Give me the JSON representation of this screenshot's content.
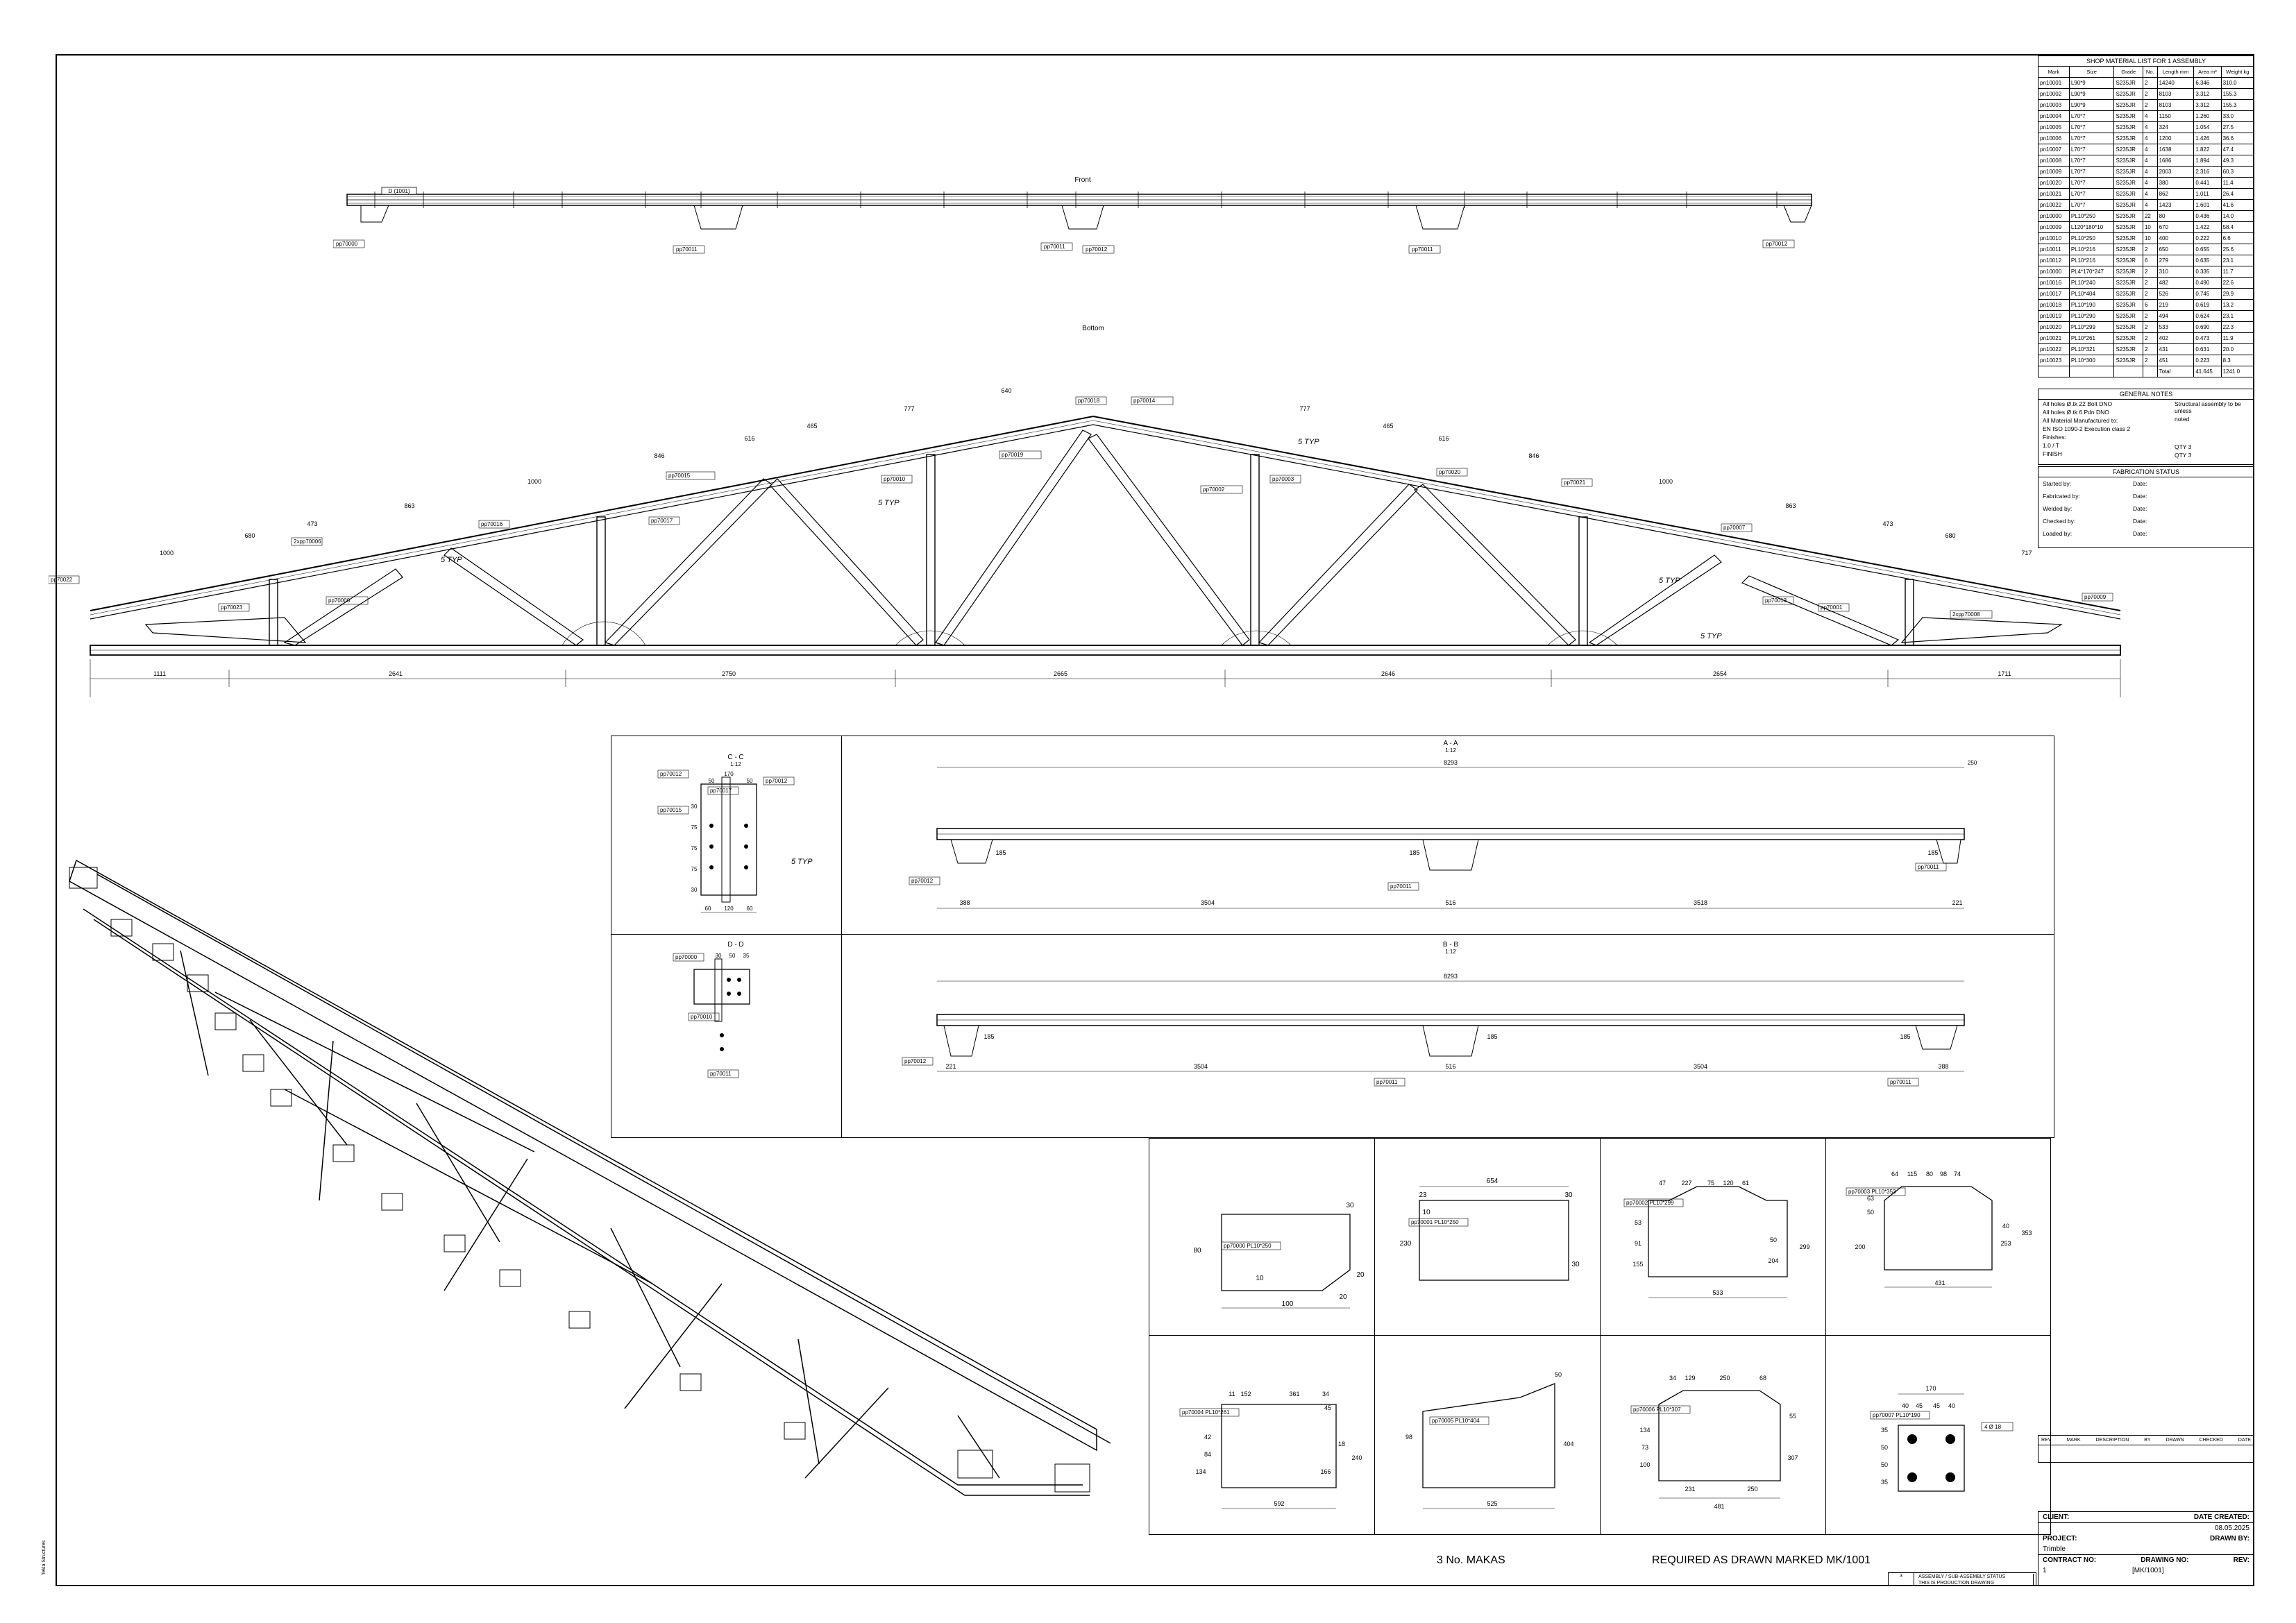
{
  "front_view": {
    "title": "Front",
    "section_ref": "D (1001)",
    "labels": [
      "pp70000",
      "pp70011",
      "pp70011",
      "pp70012",
      "pp70011",
      "pp70012"
    ]
  },
  "bottom_view": {
    "title": "Bottom",
    "bottom_dims": [
      "1111",
      "2641",
      "2750",
      "2665",
      "2646",
      "2654",
      "1711"
    ],
    "chain_dims": [
      "1000",
      "680",
      "473",
      "863",
      "1000",
      "846",
      "616",
      "465",
      "777",
      "640",
      "777",
      "465",
      "616",
      "846",
      "1000",
      "863",
      "473",
      "680",
      "717"
    ],
    "part_marks": [
      "pp70022",
      "pp70023",
      "pp70000",
      "2xpp70006",
      "pp70016",
      "pp70015",
      "pp70017",
      "pp70010",
      "pp70019",
      "pp70018",
      "pp70014",
      "pp70002",
      "pp70003",
      "pp70020",
      "pp70021",
      "pp70007",
      "pp70001",
      "2xpp70008",
      "pp70013",
      "pp70009"
    ],
    "weld_marks": [
      "5 TYP",
      "5 TYP",
      "5 TYP",
      "5 TYP",
      "5 TYP"
    ]
  },
  "section_cc": {
    "title": "C - C",
    "scale": "1:12",
    "dims": [
      "50",
      "170",
      "50",
      "60",
      "120",
      "60"
    ],
    "vert_dims": [
      "30",
      "75",
      "75",
      "75",
      "30"
    ],
    "labels": [
      "pp70012",
      "pp70017",
      "pp70012",
      "pp70015"
    ],
    "weld": "5 TYP"
  },
  "section_dd": {
    "title": "D - D",
    "scale": "1:12",
    "dims": [
      "30",
      "50",
      "35"
    ],
    "labels": [
      "pp70000",
      "pp70010",
      "pp70011"
    ]
  },
  "view_a": {
    "title": "A - A",
    "scale": "1:12",
    "overall": "8293",
    "top_right": "250",
    "dims": [
      "388",
      "3504",
      "516",
      "3518",
      "221"
    ],
    "heights": [
      "185",
      "185",
      "185"
    ],
    "labels": [
      "pp70012",
      "pp70011",
      "pp70011"
    ]
  },
  "view_b": {
    "title": "B - B",
    "scale": "1:12",
    "overall": "8293",
    "dims": [
      "221",
      "3504",
      "516",
      "3504",
      "388"
    ],
    "heights": [
      "185",
      "185",
      "185"
    ],
    "labels": [
      "pp70012",
      "pp70011",
      "pp70011"
    ]
  },
  "plates": [
    {
      "mark": "pp70000 PL10*250",
      "dims": [
        "30",
        "80",
        "10",
        "100",
        "20",
        "20"
      ]
    },
    {
      "mark": "pp70001 PL10*250",
      "dims": [
        "654",
        "23",
        "30",
        "230",
        "10",
        "30"
      ]
    },
    {
      "mark": "pp70002 PL10*299",
      "dims": [
        "47",
        "227",
        "75",
        "120",
        "61",
        "155",
        "91",
        "53",
        "204",
        "50",
        "299",
        "533"
      ]
    },
    {
      "mark": "pp70003 PL10*353",
      "dims": [
        "64",
        "115",
        "80",
        "98",
        "74",
        "200",
        "50",
        "63",
        "40",
        "253",
        "353",
        "431"
      ]
    },
    {
      "mark": "pp70004 PL10*261",
      "dims": [
        "11",
        "152",
        "361",
        "34",
        "45",
        "134",
        "84",
        "42",
        "166",
        "18",
        "240",
        "592"
      ]
    },
    {
      "mark": "pp70005 PL10*404",
      "dims": [
        "50",
        "98",
        "404",
        "525"
      ]
    },
    {
      "mark": "pp70006 PL10*307",
      "dims": [
        "34",
        "129",
        "250",
        "68",
        "100",
        "73",
        "134",
        "55",
        "307",
        "231",
        "250",
        "481"
      ]
    },
    {
      "mark": "pp70007 PL10*190",
      "dims": [
        "170",
        "40",
        "45",
        "45",
        "40",
        "35",
        "50",
        "50",
        "35"
      ],
      "hole": "4 Ø 18"
    }
  ],
  "material_list": {
    "title": "SHOP MATERIAL LIST FOR 1 ASSEMBLY",
    "headers": [
      "Mark",
      "Size",
      "Grade",
      "No.",
      "Length mm",
      "Area m²",
      "Weight kg"
    ],
    "rows": [
      [
        "pn10001",
        "L90*9",
        "S235JR",
        "2",
        "14240",
        "6.346",
        "310.0"
      ],
      [
        "pn10002",
        "L90*9",
        "S235JR",
        "2",
        "8103",
        "3.312",
        "155.3"
      ],
      [
        "pn10003",
        "L90*9",
        "S235JR",
        "2",
        "8103",
        "3.312",
        "155.3"
      ],
      [
        "pn10004",
        "L70*7",
        "S235JR",
        "4",
        "1150",
        "1.260",
        "33.0"
      ],
      [
        "pn10005",
        "L70*7",
        "S235JR",
        "4",
        "324",
        "1.054",
        "27.5"
      ],
      [
        "pn10006",
        "L70*7",
        "S235JR",
        "4",
        "1200",
        "1.426",
        "36.6"
      ],
      [
        "pn10007",
        "L70*7",
        "S235JR",
        "4",
        "1638",
        "1.822",
        "47.4"
      ],
      [
        "pn10008",
        "L70*7",
        "S235JR",
        "4",
        "1686",
        "1.894",
        "49.3"
      ],
      [
        "pn10009",
        "L70*7",
        "S235JR",
        "4",
        "2003",
        "2.316",
        "60.3"
      ],
      [
        "pn10020",
        "L70*7",
        "S235JR",
        "4",
        "380",
        "0.441",
        "11.4"
      ],
      [
        "pn10021",
        "L70*7",
        "S235JR",
        "4",
        "862",
        "1.011",
        "26.4"
      ],
      [
        "pn10022",
        "L70*7",
        "S235JR",
        "4",
        "1423",
        "1.601",
        "41.6"
      ],
      [
        "pn10000",
        "PL10*250",
        "S235JR",
        "22",
        "80",
        "0.436",
        "14.0"
      ],
      [
        "pn10009",
        "L120*180*10",
        "S235JR",
        "10",
        "670",
        "1.422",
        "58.4"
      ],
      [
        "pn10010",
        "PL10*250",
        "S235JR",
        "10",
        "400",
        "0.222",
        "6.6"
      ],
      [
        "pn10011",
        "PL10*216",
        "S235JR",
        "2",
        "650",
        "0.655",
        "25.6"
      ],
      [
        "pn10012",
        "PL10*216",
        "S235JR",
        "6",
        "279",
        "0.635",
        "23.1"
      ],
      [
        "pn10000",
        "PL4*170*247",
        "S235JR",
        "2",
        "310",
        "0.335",
        "11.7"
      ],
      [
        "pn10016",
        "PL10*240",
        "S235JR",
        "2",
        "482",
        "0.490",
        "22.6"
      ],
      [
        "pn10017",
        "PL10*404",
        "S235JR",
        "2",
        "526",
        "0.745",
        "29.9"
      ],
      [
        "pn10018",
        "PL10*190",
        "S235JR",
        "6",
        "219",
        "0.619",
        "13.2"
      ],
      [
        "pn10019",
        "PL10*290",
        "S235JR",
        "2",
        "494",
        "0.624",
        "23.1"
      ],
      [
        "pn10020",
        "PL10*299",
        "S235JR",
        "2",
        "533",
        "0.690",
        "22.3"
      ],
      [
        "pn10021",
        "PL10*261",
        "S235JR",
        "2",
        "402",
        "0.473",
        "11.9"
      ],
      [
        "pn10022",
        "PL10*321",
        "S235JR",
        "2",
        "431",
        "0.631",
        "20.0"
      ],
      [
        "pn10023",
        "PL10*300",
        "S235JR",
        "2",
        "451",
        "0.223",
        "8.3"
      ]
    ],
    "total_label": "Total",
    "total_area": "41.645",
    "total_weight": "1241.0"
  },
  "general_notes": {
    "title": "GENERAL NOTES",
    "lines": [
      "All holes Ø.tk 22 Bolt DNO",
      "All holes Ø.tk 6 Pdn DNO",
      "All Material Manufactured to:",
      "EN ISO 1090-2 Execution class 2",
      "Finishes:",
      "1.0 / T",
      "FINISH"
    ],
    "right": [
      "Structural assembly to be unless",
      "noted",
      "QTY 3",
      "QTY 3"
    ]
  },
  "fabrication": {
    "title": "FABRICATION STATUS",
    "rows": [
      "Started by:",
      "Fabricated by:",
      "Welded by:",
      "Checked by:",
      "Loaded by:"
    ],
    "date": "Date:"
  },
  "revision": {
    "headers": [
      "REV",
      "MARK",
      "DESCRIPTION",
      "BY",
      "DRAWN",
      "CHECKED",
      "DATE"
    ]
  },
  "title_block": {
    "client_label": "CLIENT:",
    "date_created_label": "DATE CREATED:",
    "date_created": "08.05.2025",
    "project_label": "PROJECT:",
    "drawn_by_label": "DRAWN BY:",
    "project": "Trimble",
    "contract_label": "CONTRACT NO:",
    "drawing_label": "DRAWING NO:",
    "rev_label": "REV:",
    "contract": "1",
    "drawing": "[MK/1001]"
  },
  "assembly_status": {
    "qty": "3",
    "line1": "ASSEMBLY / SUB-ASSEMBLY STATUS",
    "line2": "THIS IS PRODUCTION DRAWING"
  },
  "footer": {
    "qty_text": "3  No.  MAKAS",
    "required_text": "REQUIRED AS DRAWN MARKED  MK/1001"
  },
  "side_label": "Tekla Structures"
}
